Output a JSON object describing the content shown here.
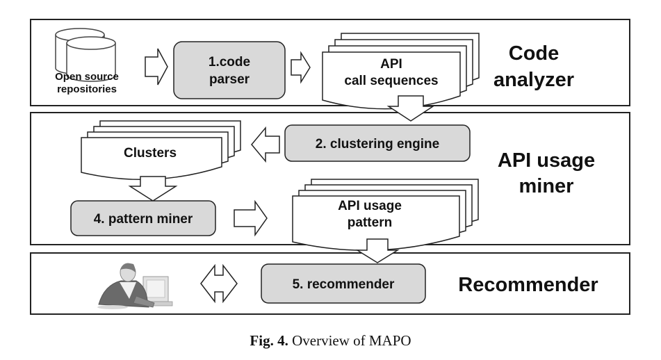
{
  "stages": {
    "code_analyzer": {
      "line1": "Code",
      "line2": "analyzer"
    },
    "api_usage_miner": {
      "line1": "API usage",
      "line2": "miner"
    },
    "recommender": {
      "label": "Recommender"
    }
  },
  "source": {
    "line1": "Open source",
    "line2": "repositories"
  },
  "components": {
    "code_parser": {
      "line1": "1.code",
      "line2": "parser"
    },
    "clustering_engine": {
      "label": "2. clustering engine"
    },
    "pattern_miner": {
      "label": "4. pattern miner"
    },
    "recommender": {
      "label": "5. recommender"
    }
  },
  "documents": {
    "api_call_sequences": {
      "line1": "API",
      "line2": "call sequences"
    },
    "clusters": {
      "label": "Clusters"
    },
    "api_usage_pattern": {
      "line1": "API usage",
      "line2": "pattern"
    }
  },
  "caption": {
    "label": "Fig. 4.",
    "text": "Overview of MAPO"
  },
  "colors": {
    "component_fill": "#d9d9d9",
    "line": "#222222",
    "background": "#ffffff"
  }
}
